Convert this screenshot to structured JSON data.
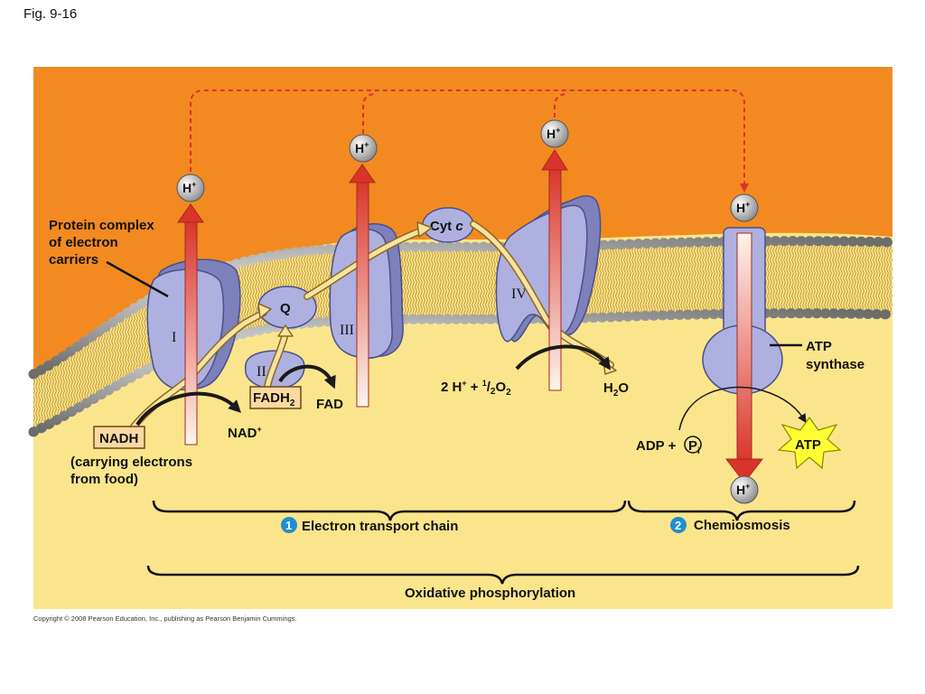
{
  "figure_label": "Fig. 9-16",
  "labels": {
    "protein_complex_1": "Protein complex",
    "protein_complex_2": "of electron",
    "protein_complex_3": "carriers",
    "complex_1": "I",
    "complex_2": "II",
    "complex_3": "III",
    "complex_4": "IV",
    "q": "Q",
    "cyt": "Cyt",
    "cyt_c": "c",
    "h": "H",
    "plus": "+",
    "nadh": "NADH",
    "nad": "NAD",
    "nad_plus": "+",
    "fadh": "FADH",
    "fadh_sub": "2",
    "fad": "FAD",
    "carrying_1": "(carrying electrons",
    "carrying_2": "from food)",
    "o2_prefix": "2 H",
    "o2_plus": "+",
    "o2_mid": " + ",
    "o2_one": "1",
    "o2_slash": "/",
    "o2_two": "2",
    "o2_o": "O",
    "o2_sub": "2",
    "h2o_h": "H",
    "h2o_sub": "2",
    "h2o_o": "O",
    "atp_synthase_1": "ATP",
    "atp_synthase_2": "synthase",
    "adp": "ADP + ",
    "p": "P",
    "p_sub": "i",
    "atp": "ATP",
    "step1_num": "1",
    "step1": "Electron transport chain",
    "step2_num": "2",
    "step2": "Chemiosmosis",
    "oxphos": "Oxidative phosphorylation"
  },
  "copyright": "Copyright © 2008 Pearson Education, Inc., publishing as Pearson Benjamin Cummings.",
  "colors": {
    "intermembrane": "#f28a21",
    "matrix": "#fbe58c",
    "protein": "#aeb0e0",
    "protein_edge": "#4a4f8a",
    "arrow_red": "#d9342a",
    "electron_path": "#f7e3a0",
    "atp_star": "#ffff33",
    "step_circle": "#1f8ed1"
  }
}
